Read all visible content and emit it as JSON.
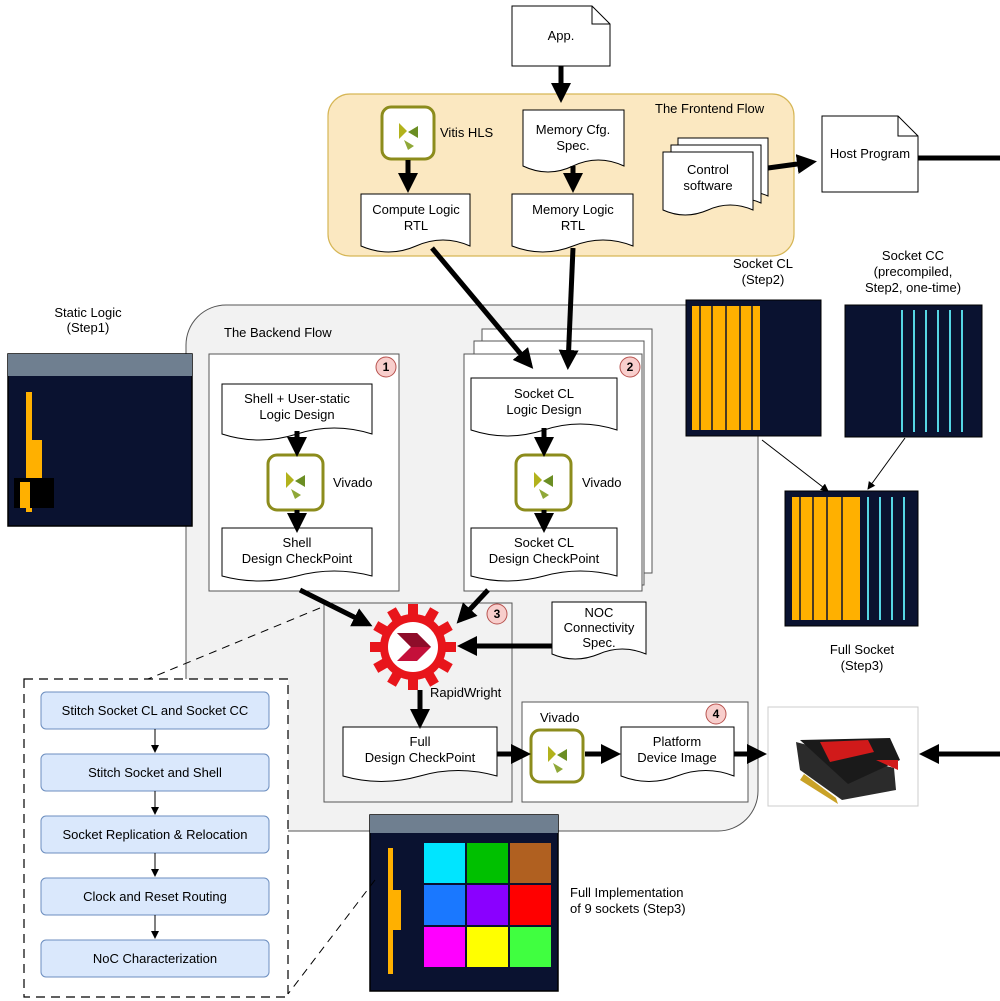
{
  "colors": {
    "frontend_fill": "#fbe8c1",
    "frontend_stroke": "#d6b656",
    "backend_fill": "#f2f2f2",
    "step_badge_fill": "#f8cecc",
    "step_badge_stroke": "#b85450",
    "substep_fill": "#dae8fc",
    "substep_stroke": "#6c8ebf",
    "vivado_frame": "#8c8c1c",
    "rapidwright_red": "#e8151b",
    "fpga_orange": "#ffb000",
    "fpga_cyan": "#55d5e5",
    "fpga_bg": "#0a1230"
  },
  "nodes": {
    "app": "App.",
    "frontend_title": "The Frontend Flow",
    "vitis_hls": "Vitis HLS",
    "memory_cfg": [
      "Memory Cfg.",
      "Spec."
    ],
    "control_software": [
      "Control",
      "software"
    ],
    "host_program": "Host Program",
    "compute_logic_rtl": [
      "Compute Logic",
      "RTL"
    ],
    "memory_logic_rtl": [
      "Memory Logic",
      "RTL"
    ],
    "backend_title": "The Backend Flow",
    "shell_design": [
      "Shell  + User-static",
      "Logic Design"
    ],
    "vivado_1": "Vivado",
    "shell_checkpoint": [
      "Shell",
      "Design CheckPoint"
    ],
    "socket_cl_design": [
      "Socket CL",
      "Logic Design"
    ],
    "vivado_2": "Vivado",
    "socket_cl_checkpoint": [
      "Socket CL",
      "Design CheckPoint"
    ],
    "noc_spec": [
      "NOC",
      "Connectivity",
      "Spec."
    ],
    "rapidwright": "RapidWright",
    "full_checkpoint": [
      "Full",
      "Design CheckPoint"
    ],
    "vivado_4": "Vivado",
    "platform_image": [
      "Platform",
      "Device Image"
    ]
  },
  "step_badges": [
    "1",
    "2",
    "3",
    "4"
  ],
  "captions": {
    "static_logic": [
      "Static Logic",
      "(Step1)"
    ],
    "socket_cl": [
      "Socket CL",
      "(Step2)"
    ],
    "socket_cc": [
      "Socket CC",
      "(precompiled,",
      "Step2, one-time)"
    ],
    "full_socket": [
      "Full Socket",
      "(Step3)"
    ],
    "full_impl": [
      "Full Implementation",
      "of 9 sockets (Step3)"
    ]
  },
  "stitch_steps": [
    "Stitch Socket CL and Socket CC",
    "Stitch Socket and Shell",
    "Socket Replication & Relocation",
    "Clock and Reset Routing",
    "NoC Characterization"
  ],
  "grid_colors": [
    "#00e5ff",
    "#00c000",
    "#b06020",
    "#1a78ff",
    "#8a00ff",
    "#ff0000",
    "#ff00ff",
    "#ffff00",
    "#40ff40"
  ]
}
